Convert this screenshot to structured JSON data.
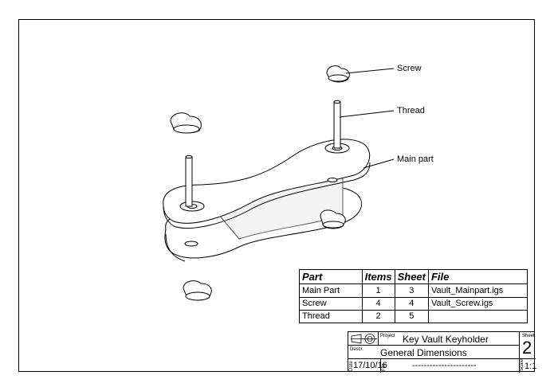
{
  "callouts": {
    "screw": "Screw",
    "thread": "Thread",
    "main_part": "Main part"
  },
  "parts_table": {
    "headers": [
      "Part",
      "Items",
      "Sheet",
      "File"
    ],
    "rows": [
      {
        "part": "Main Part",
        "items": "1",
        "sheet": "3",
        "file": "Vault_Mainpart.igs"
      },
      {
        "part": "Screw",
        "items": "4",
        "sheet": "4",
        "file": "Vault_Screw.igs"
      },
      {
        "part": "Thread",
        "items": "2",
        "sheet": "5",
        "file": ""
      }
    ]
  },
  "title_block": {
    "project_label": "Project",
    "project": "Key Vault Keyholder",
    "descr_label": "Descr.",
    "descr": "General Dimensions",
    "date_label": "Date",
    "date": "17/10/16",
    "file_label": "File",
    "file": "----------------------",
    "sheet_label": "Sheet",
    "sheet": "2",
    "scale_label": "Scale",
    "scale": "1:1"
  }
}
